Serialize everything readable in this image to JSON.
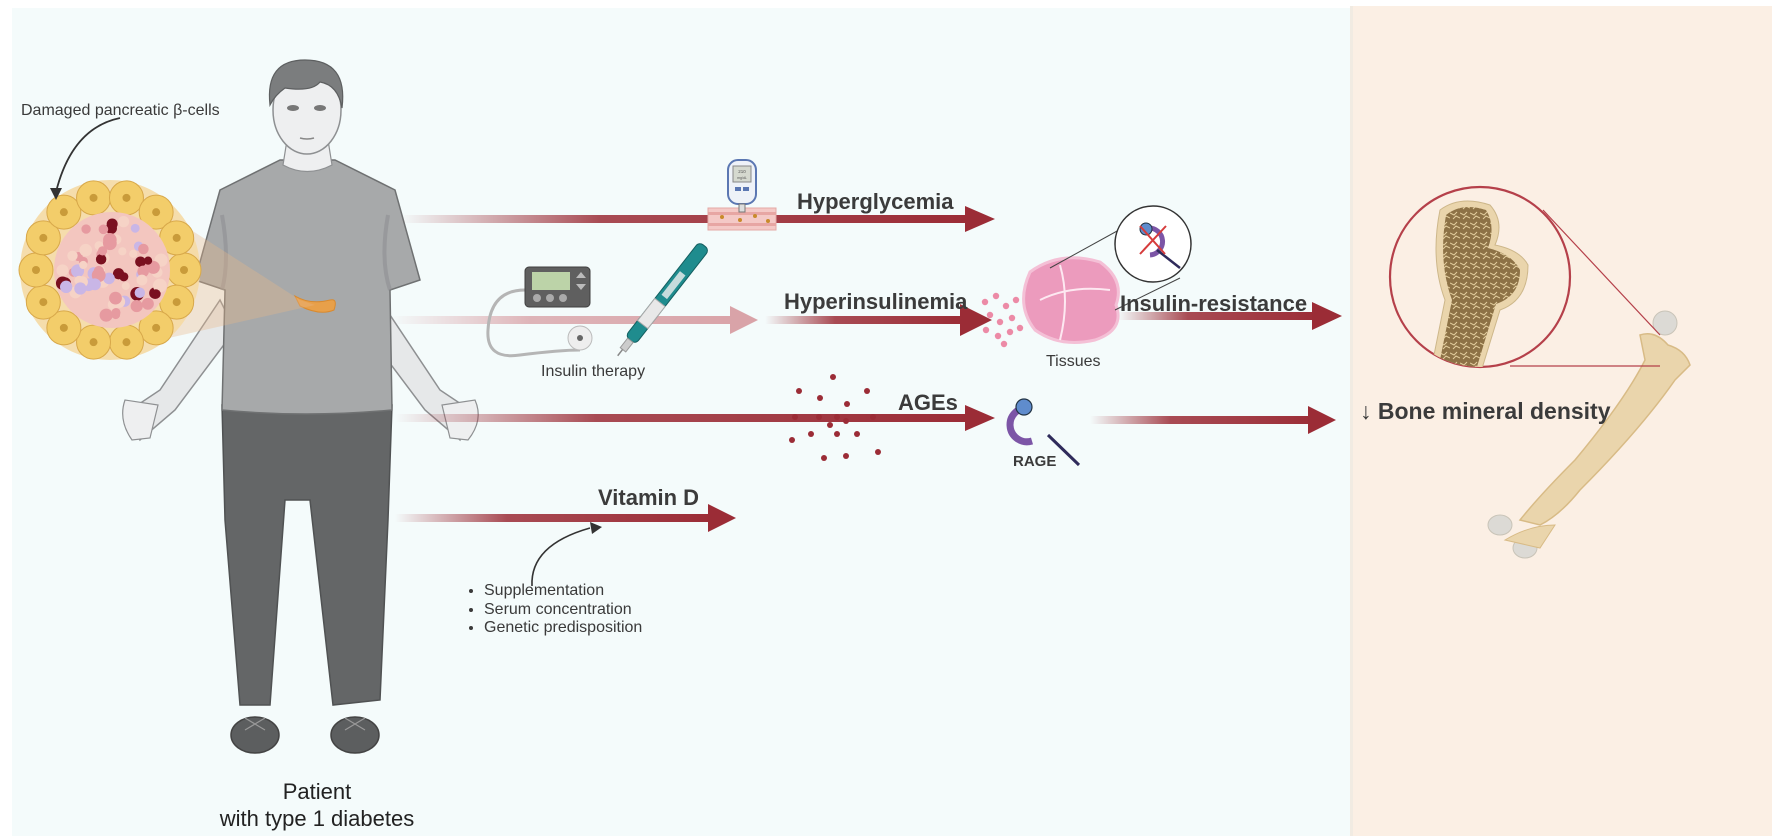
{
  "figure": {
    "title": "Type 1 diabetes and bone mineral density",
    "colors": {
      "left_background": "#f4fbfb",
      "right_background": "#fbefe4",
      "arrow": "#9b2c36",
      "arrow_light": "#d9a3a8",
      "text": "#3a3a3a",
      "receptor_purple": "#7c55a6",
      "receptor_blue": "#5f8ccd",
      "bone": "#ead5ac",
      "trabecular": "#8d7246",
      "pancreas": "#e8a04a"
    }
  },
  "patient": {
    "label_line1": "Patient",
    "label_line2": "with type 1 diabetes",
    "callout": "Damaged pancreatic β-cells"
  },
  "pathways": {
    "hyperglycemia": {
      "label": "Hyperglycemia",
      "glucometer_reading": "210",
      "glucometer_unit": "mg/dL"
    },
    "insulin_therapy": {
      "label": "Insulin therapy"
    },
    "hyperinsulinemia": {
      "label": "Hyperinsulinemia"
    },
    "tissues": {
      "label": "Tissues"
    },
    "insulin_resistance": {
      "label": "Insulin-resistance"
    },
    "ages": {
      "label": "AGEs"
    },
    "rage": {
      "label": "RAGE"
    },
    "vitamin_d": {
      "label": "Vitamin D",
      "factors": [
        "Supplementation",
        "Serum concentration",
        "Genetic predisposition"
      ]
    }
  },
  "outcome": {
    "arrow_symbol": "↓",
    "label": "Bone mineral density"
  }
}
